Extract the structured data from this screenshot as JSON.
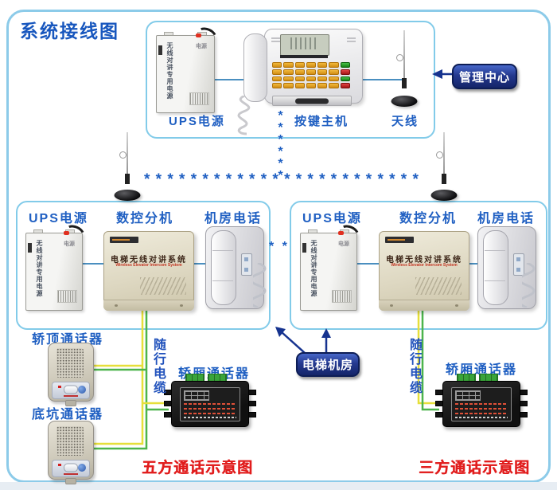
{
  "title": "系统接线图",
  "top_section": {
    "ups_label": "UPS电源",
    "keypad_host_label": "按键主机",
    "antenna_label": "天线"
  },
  "tags": {
    "management_center": "管理中心",
    "elevator_machine_room": "电梯机房"
  },
  "middle_labels": {
    "ups": "UPS电源",
    "extension": "数控分机",
    "room_phone": "机房电话"
  },
  "devices": {
    "ups_vertical_text": "无线对讲专用电源",
    "ups_badge": "电源",
    "extension_title": "电梯无线对讲系统",
    "extension_subtitle": "Wireless Elevator Intercom System"
  },
  "bottom_labels": {
    "car_top_speaker": "轿顶通话器",
    "pit_speaker": "底坑通话器",
    "traveling_cable": "随行电缆",
    "car_speaker": "轿厢通话器"
  },
  "captions": {
    "five_party": "五方通话示意图",
    "three_party": "三方通话示意图"
  },
  "asterisks": {
    "vertical": "******",
    "horizontal": "* * * * * * * * * * * * * * * * * * * * * * * *",
    "pair": "* *"
  },
  "colors": {
    "accent_blue": "#1f5fc2",
    "frame_cyan": "#8ccbe9",
    "tag_navy": "#152569",
    "caption_red": "#e11d1d",
    "cable_yellow": "#e6df3a",
    "cable_green": "#4cb44c",
    "link_blue": "#4a8fc0"
  }
}
